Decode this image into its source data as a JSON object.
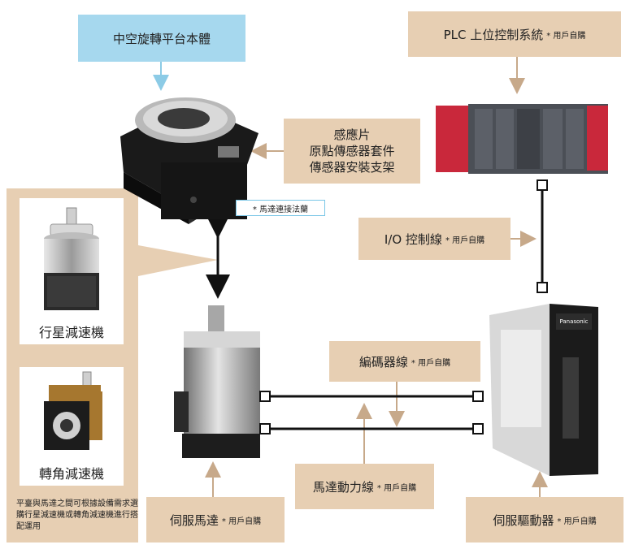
{
  "colors": {
    "tan": "#e7cfb3",
    "blue": "#a6d8ee",
    "line": "#111111",
    "arrow": "#c7a98a"
  },
  "title": "中空旋轉平台本體",
  "plc": {
    "label": "PLC 上位控制系統",
    "note": "* 用戶自購"
  },
  "sensor": {
    "lines": [
      "感應片",
      "原點傳感器套件",
      "傳感器安裝支架"
    ]
  },
  "motor_flange": "* 馬達連接法蘭",
  "io_cable": {
    "label": "I/O 控制線",
    "note": "* 用戶自購"
  },
  "encoder_cable": {
    "label": "編碼器線",
    "note": "* 用戶自購"
  },
  "power_cable": {
    "label": "馬達動力線",
    "note": "* 用戶自購"
  },
  "servo_motor": {
    "label": "伺服馬達",
    "note": "* 用戶自購"
  },
  "servo_driver": {
    "label": "伺服驅動器",
    "note": "* 用戶自購"
  },
  "reducers": {
    "planetary": "行星減速機",
    "right_angle": "轉角減速機",
    "note": "平臺與馬達之間可根據設備需求選購行星減速機或轉角減速機進行搭配運用"
  },
  "brand": {
    "driver": "Panasonic"
  }
}
